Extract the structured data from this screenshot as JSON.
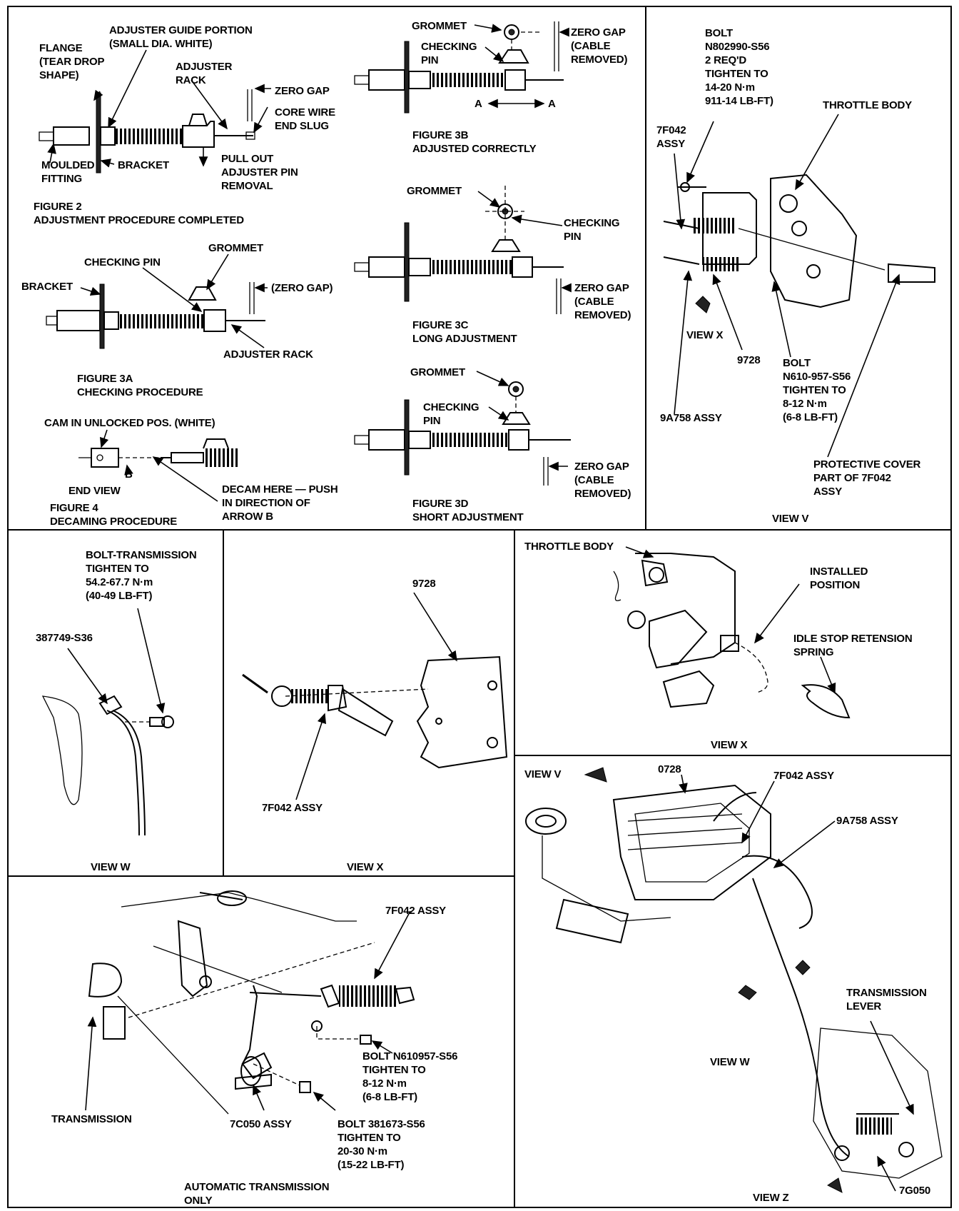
{
  "top_left": {
    "fig2": {
      "flange": "FLANGE\n(TEAR DROP\nSHAPE)",
      "adjuster_guide": "ADJUSTER GUIDE PORTION\n(SMALL DIA. WHITE)",
      "adjuster_rack": "ADJUSTER\nRACK",
      "zero_gap": "ZERO GAP",
      "core_wire": "CORE WIRE\nEND SLUG",
      "moulded_fitting": "MOULDED\nFITTING",
      "bracket": "BRACKET",
      "pull_out": "PULL OUT\nADJUSTER PIN\nREMOVAL",
      "caption": "FIGURE 2\nADJUSTMENT PROCEDURE COMPLETED"
    },
    "fig3a": {
      "checking_pin": "CHECKING PIN",
      "grommet": "GROMMET",
      "bracket": "BRACKET",
      "zero_gap": "(ZERO GAP)",
      "adjuster_rack": "ADJUSTER RACK",
      "caption": "FIGURE 3A\nCHECKING PROCEDURE"
    },
    "fig4": {
      "cam": "CAM IN UNLOCKED POS. (WHITE)",
      "b": "B",
      "end_view": "END VIEW",
      "decam": "DECAM HERE — PUSH\nIN DIRECTION OF\nARROW B",
      "caption": "FIGURE 4\nDECAMING PROCEDURE"
    },
    "fig3b": {
      "grommet": "GROMMET",
      "zero_gap": "ZERO GAP\n(CABLE\nREMOVED)",
      "checking_pin": "CHECKING\nPIN",
      "a_left": "A",
      "a_right": "A",
      "caption": "FIGURE 3B\nADJUSTED CORRECTLY"
    },
    "fig3c": {
      "grommet": "GROMMET",
      "checking_pin": "CHECKING\nPIN",
      "zero_gap": "ZERO GAP\n(CABLE\nREMOVED)",
      "caption": "FIGURE 3C\nLONG ADJUSTMENT"
    },
    "fig3d": {
      "grommet": "GROMMET",
      "checking_pin": "CHECKING\nPIN",
      "zero_gap": "ZERO GAP\n(CABLE\nREMOVED)",
      "caption": "FIGURE 3D\nSHORT ADJUSTMENT"
    }
  },
  "view_v": {
    "bolt_top": "BOLT\nN802990-S56\n2 REQ'D\nTIGHTEN TO\n14-20 N·m\n911-14 LB-FT)",
    "throttle_body": "THROTTLE BODY",
    "assy_7f042": "7F042\nASSY",
    "view_x": "VIEW X",
    "part_9728": "9728",
    "bolt_bottom": "BOLT\nN610-957-S56\nTIGHTEN TO\n8-12 N·m\n(6-8 LB-FT)",
    "assy_9a758": "9A758 ASSY",
    "protective_cover": "PROTECTIVE COVER\nPART OF 7F042\nASSY",
    "caption": "VIEW V"
  },
  "view_w": {
    "bolt": "BOLT-TRANSMISSION\nTIGHTEN TO\n54.2-67.7 N·m\n(40-49 LB-FT)",
    "part": "387749-S36",
    "caption": "VIEW W"
  },
  "view_x_small": {
    "part_9728": "9728",
    "assy": "7F042 ASSY",
    "caption": "VIEW X"
  },
  "view_x_large": {
    "throttle_body": "THROTTLE BODY",
    "installed": "INSTALLED\nPOSITION",
    "idle_stop": "IDLE STOP RETENSION\nSPRING",
    "caption": "VIEW X"
  },
  "auto_trans": {
    "assy_7f042": "7F042 ASSY",
    "bolt_right": "BOLT N610957-S56\nTIGHTEN TO\n8-12 N·m\n(6-8 LB-FT)",
    "transmission": "TRANSMISSION",
    "assy_7c050": "7C050 ASSY",
    "bolt_bottom": "BOLT 381673-S56\nTIGHTEN TO\n20-30 N·m\n(15-22 LB-FT)",
    "caption": "AUTOMATIC TRANSMISSION\nONLY"
  },
  "engine_view": {
    "view_v": "VIEW V",
    "part_0728": "0728",
    "assy_7f042": "7F042 ASSY",
    "assy_9a758": "9A758 ASSY",
    "trans_lever": "TRANSMISSION\nLEVER",
    "view_w": "VIEW W",
    "view_z": "VIEW Z",
    "part_7g050": "7G050"
  }
}
